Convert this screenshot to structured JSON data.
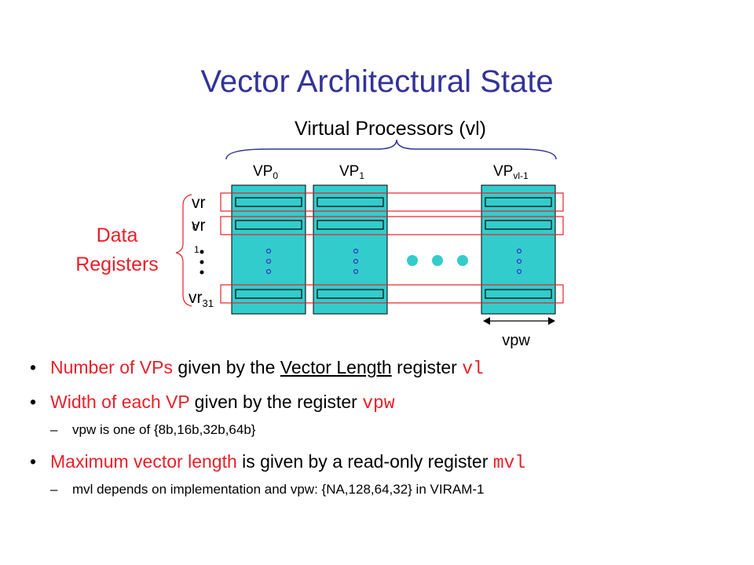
{
  "title": "Vector Architectural State",
  "diagram": {
    "vp_header": "Virtual Processors (vl)",
    "vp_labels": [
      {
        "base": "VP",
        "sub": "0"
      },
      {
        "base": "VP",
        "sub": "1"
      },
      {
        "base": "VP",
        "sub": "vl-1"
      }
    ],
    "reg_labels": [
      {
        "base": "vr",
        "sub": "0"
      },
      {
        "base": "vr",
        "sub": "1"
      },
      {
        "base": "vr",
        "sub": "31"
      }
    ],
    "data_registers_line1": "Data",
    "data_registers_line2": "Registers",
    "vpw_label": "vpw",
    "colors": {
      "block": "#33cccc",
      "register_outline": "#e8202a",
      "title": "#333399",
      "accent": "#e8202a",
      "brace": "#333399"
    }
  },
  "bullets": {
    "b1": {
      "red": "Number of VPs",
      "mid": " given by the ",
      "ul": "Vector Length",
      "mid2": " register ",
      "code": "vl"
    },
    "b2": {
      "red": "Width of each VP",
      "mid": " given by the register ",
      "code": "vpw"
    },
    "b2_sub": "vpw is one of {8b,16b,32b,64b}",
    "b3": {
      "red": "Maximum vector length",
      "mid": " is given by a read-only register ",
      "code": "mvl"
    },
    "b3_sub": "mvl depends on implementation and vpw: {NA,128,64,32} in VIRAM-1"
  }
}
